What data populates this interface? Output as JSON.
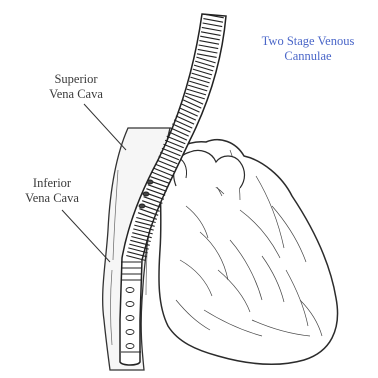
{
  "title": {
    "line1": "Two Stage Venous",
    "line2": "Cannulae"
  },
  "labels": {
    "superior": {
      "line1": "Superior",
      "line2": "Vena Cava"
    },
    "inferior": {
      "line1": "Inferior",
      "line2": "Vena Cava"
    }
  },
  "colors": {
    "title": "#4a66c8",
    "label": "#3a3a3a",
    "ink": "#2b2b2b",
    "background": "#ffffff"
  }
}
